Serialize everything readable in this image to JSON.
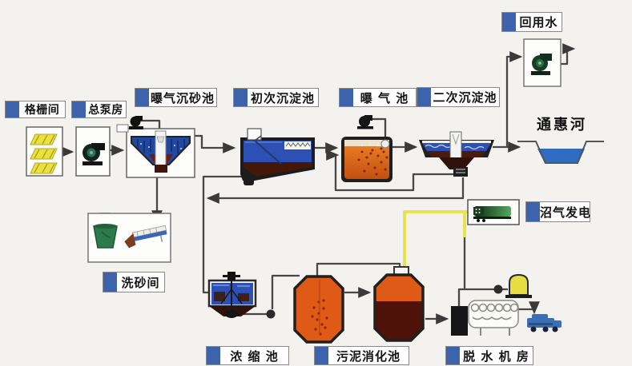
{
  "diagram": {
    "type": "wastewater-treatment-process-flow",
    "labels": {
      "grid_room": "格栅间",
      "main_pump_house": "总泵房",
      "aerated_grit_chamber": "曝气沉砂池",
      "primary_sedimentation": "初次沉淀池",
      "aeration_tank": "曝 气 池",
      "secondary_sedimentation": "二次沉淀池",
      "reuse_water": "回用水",
      "river": "通惠河",
      "biogas_power": "沼气发电",
      "sand_washing_room": "洗砂间",
      "thickening_tank": "浓 缩 池",
      "sludge_digestion_tank": "污泥消化池",
      "dewatering_room": "脱 水 机 房"
    },
    "colors": {
      "label_marker_blue": "#3d63ad",
      "pipe_gray": "#474747",
      "biogas_yellow": "#e9e34f",
      "water_blue": "#2d50b5",
      "river_blue": "#2e6cc2",
      "sludge_orange": "#e05a17",
      "digested_sludge_maroon": "#4f1208",
      "screen_yellow": "#e9e23e",
      "gas_holder_yellow": "#e8dc43",
      "generator_green": "#57a85c",
      "truck_blue": "#3a6fb5",
      "bucket_green": "#2c7a4b"
    }
  }
}
